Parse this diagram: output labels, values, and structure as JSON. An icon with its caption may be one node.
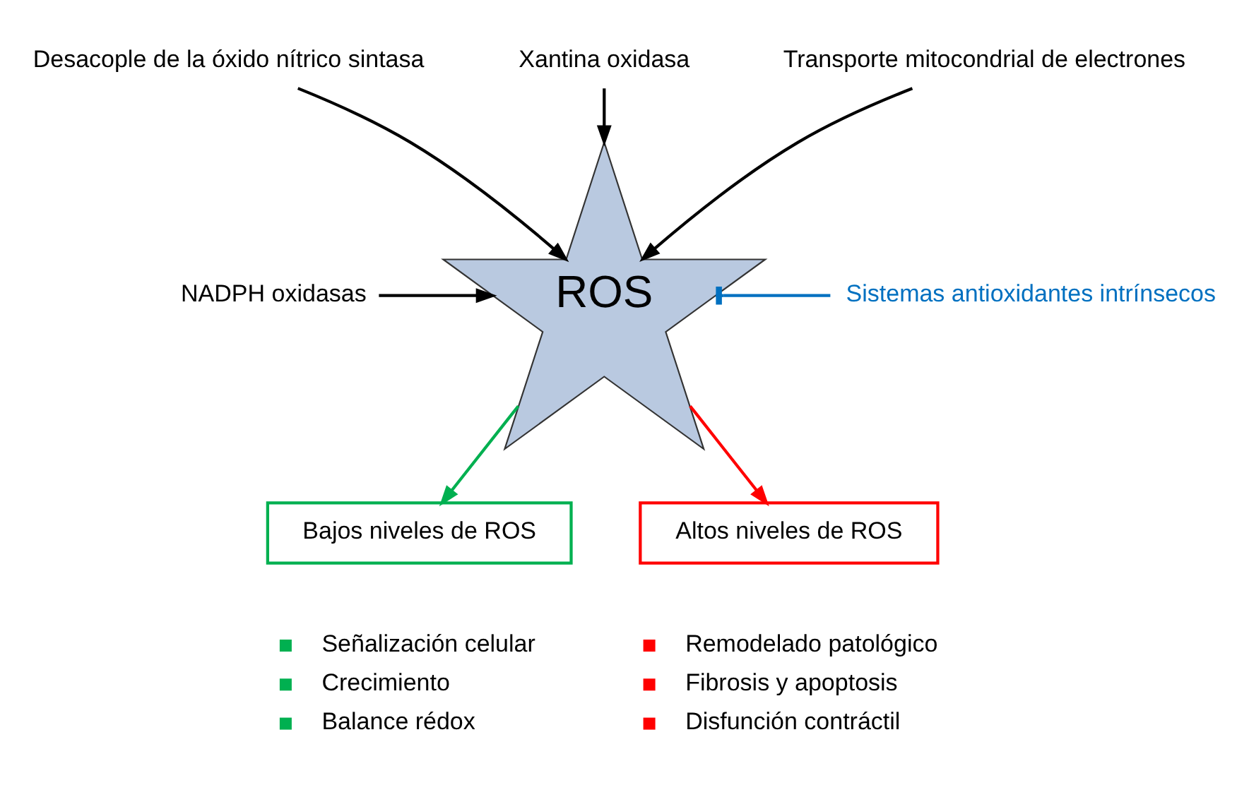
{
  "diagram": {
    "nodes": [
      {
        "text": [
          "Desacople de la óxido nítrico sintasa"
        ]
      },
      {
        "text": [
          "Xantina oxidasa"
        ]
      },
      {
        "text": [
          "Transporte mitocondrial de electrones"
        ]
      },
      {
        "text": [
          "NADPH oxidasas"
        ]
      },
      {
        "text": [
          "ROS"
        ]
      },
      {
        "text": [
          "Sistemas antioxidantes intrínsecos"
        ]
      },
      {
        "text": [
          "Bajos niveles de ROS"
        ],
        "beside": [
          "Señalización celular",
          "Crecimiento",
          "Balance rédox"
        ]
      },
      {
        "text": [
          "Altos niveles de ROS"
        ],
        "beside": [
          "Remodelado patológico",
          "Fibrosis y apoptosis",
          "Disfunción contráctil"
        ]
      }
    ],
    "edges": [
      {
        "from": 0,
        "to": 4,
        "arrow": "to"
      },
      {
        "from": 1,
        "to": 4,
        "arrow": "to"
      },
      {
        "from": 2,
        "to": 4,
        "arrow": "to"
      },
      {
        "from": 3,
        "to": 4,
        "arrow": "to"
      },
      {
        "from": 5,
        "to": 4,
        "arrow": "other",
        "color": "#0070c0"
      },
      {
        "from": 4,
        "to": 6,
        "arrow": "to",
        "color": "#00b050"
      },
      {
        "from": 4,
        "to": 7,
        "arrow": "to",
        "color": "#ff0000"
      }
    ]
  }
}
